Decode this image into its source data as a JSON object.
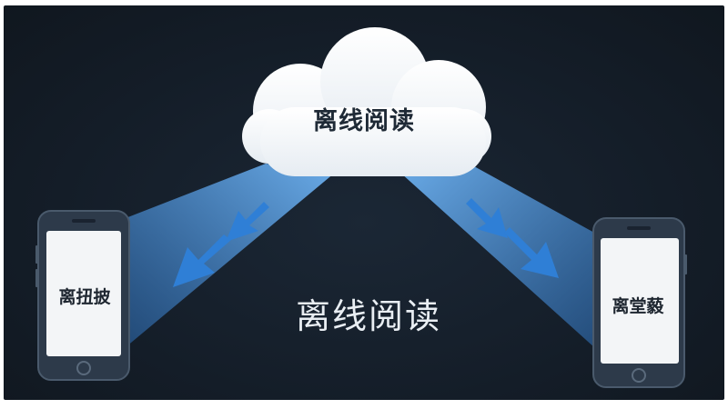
{
  "cloud": {
    "label": "离线阅读"
  },
  "center": {
    "label": "离线阅读"
  },
  "phones": [
    {
      "label": "离扭披"
    },
    {
      "label": "离堂藙"
    }
  ],
  "colors": {
    "background": "#141d28",
    "beam": "#4a90d9",
    "arrow": "#2f7fd6",
    "cloud": "#f4f7fa",
    "phone_body": "#2d3a4a",
    "phone_screen": "#f3f5f7"
  }
}
